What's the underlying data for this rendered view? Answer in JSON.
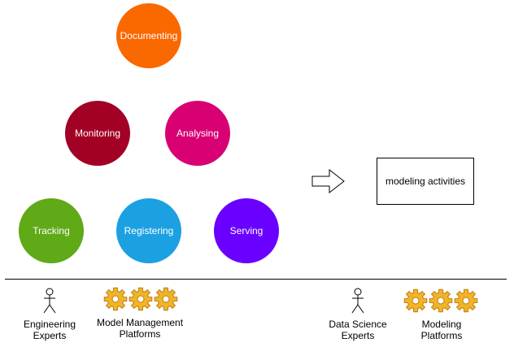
{
  "nodes": [
    {
      "id": "documenting",
      "label": "Documenting",
      "color": "#fa6800"
    },
    {
      "id": "monitoring",
      "label": "Monitoring",
      "color": "#a20025"
    },
    {
      "id": "analysing",
      "label": "Analysing",
      "color": "#d80073"
    },
    {
      "id": "tracking",
      "label": "Tracking",
      "color": "#60a917"
    },
    {
      "id": "registering",
      "label": "Registering",
      "color": "#1ba1e2"
    },
    {
      "id": "serving",
      "label": "Serving",
      "color": "#6a00ff"
    }
  ],
  "box": {
    "label": "modeling activities"
  },
  "legend": {
    "engineering_experts": [
      "Engineering",
      "Experts"
    ],
    "model_management_platforms": [
      "Model Management",
      "Platforms"
    ],
    "data_science_experts": [
      "Data Science",
      "Experts"
    ],
    "modeling_platforms": [
      "Modeling",
      "Platforms"
    ]
  },
  "colors": {
    "gear_fill": "#f0b429",
    "gear_stroke": "#c27c0e"
  }
}
